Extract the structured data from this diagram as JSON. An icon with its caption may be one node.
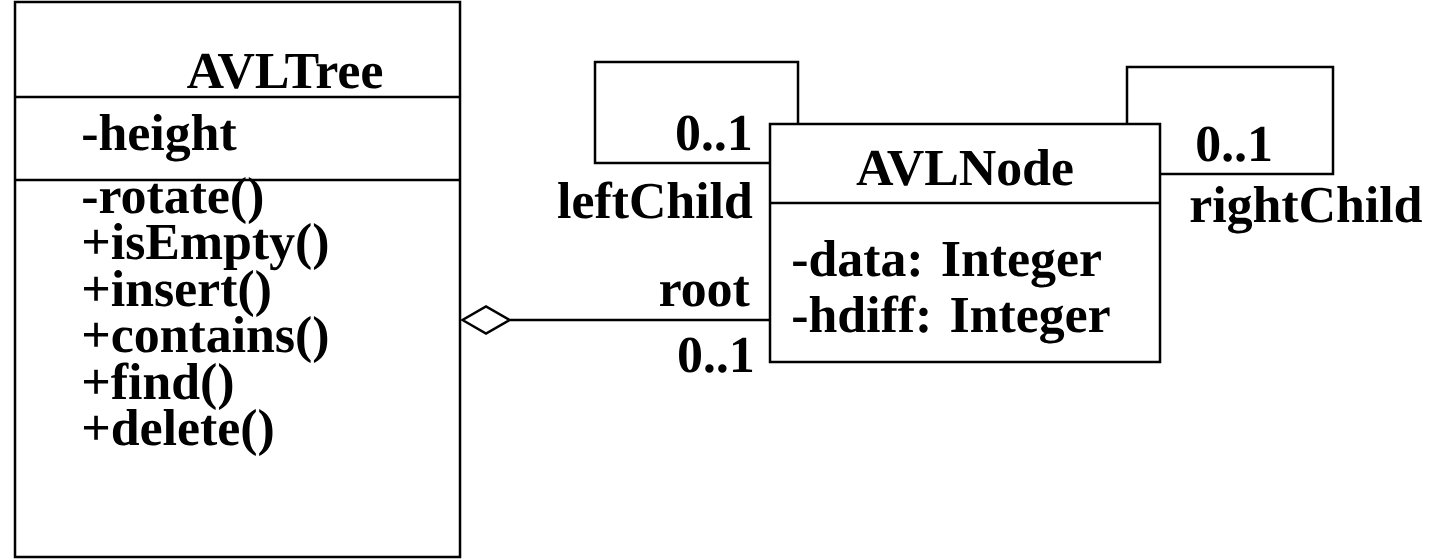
{
  "diagram": {
    "nodes": [
      {
        "text": [
          "AVLTree",
          "-height",
          "-rotate()",
          "+isEmpty()",
          "+insert()",
          "+contains()",
          "+find()",
          "+delete()"
        ]
      },
      {
        "text": [
          "AVLNode",
          "-data: Integer",
          "-hdiff: Integer"
        ]
      }
    ],
    "edges": [
      {
        "from": 0,
        "to": 1,
        "arrow": "other",
        "label": "root"
      },
      {
        "from": 1,
        "to": 1,
        "arrow": "none",
        "label": "leftChild"
      },
      {
        "from": 1,
        "to": 1,
        "arrow": "none",
        "label": "rightChild"
      }
    ],
    "labels": [
      "0..1",
      "0..1",
      "0..1"
    ]
  }
}
